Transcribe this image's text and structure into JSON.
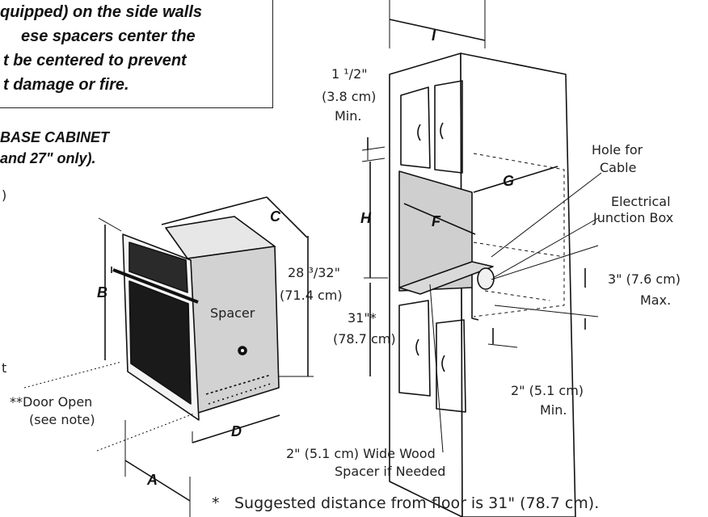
{
  "warning_box": {
    "lines": [
      "quipped) on the side walls",
      "ese spacers center the",
      "t be centered to prevent",
      "t damage or fire."
    ]
  },
  "base_cabinet_note": {
    "lines": [
      "BASE CABINET",
      " and 27\" only)."
    ]
  },
  "left_fragments": {
    "paren": ")",
    "t": "t"
  },
  "oven": {
    "dimension_letters": {
      "a": "A",
      "b": "B",
      "c": "C",
      "d": "D"
    },
    "spacer_label": "Spacer",
    "height": {
      "line1": "28 ³/32\"",
      "line2": "(71.4 cm)"
    },
    "door_open_note": {
      "line1": "**Door Open",
      "line2": "(see note)"
    }
  },
  "cabinet": {
    "dimension_letters": {
      "i": "I",
      "h": "H",
      "g": "G",
      "f": "F"
    },
    "top_gap": {
      "line1": "1 ¹/2\"",
      "line2": "(3.8 cm)",
      "line3": "Min."
    },
    "floor_height": {
      "line1": "31\"*",
      "line2": "(78.7 cm)"
    },
    "hole_for_cable": {
      "line1": "Hole for",
      "line2": "Cable"
    },
    "junction_box": {
      "line1": "Electrical",
      "line2": "Junction Box"
    },
    "three_inch": {
      "line1": "3\" (7.6 cm)",
      "line2": "Max."
    },
    "two_inch": {
      "line1": "2\" (5.1 cm)",
      "line2": "Min."
    },
    "spacer": {
      "line1": "2\" (5.1 cm) Wide Wood",
      "line2": "Spacer if Needed"
    }
  },
  "footnote": {
    "mark": "*",
    "text": "Suggested distance from floor is 31\" (78.7 cm)."
  }
}
